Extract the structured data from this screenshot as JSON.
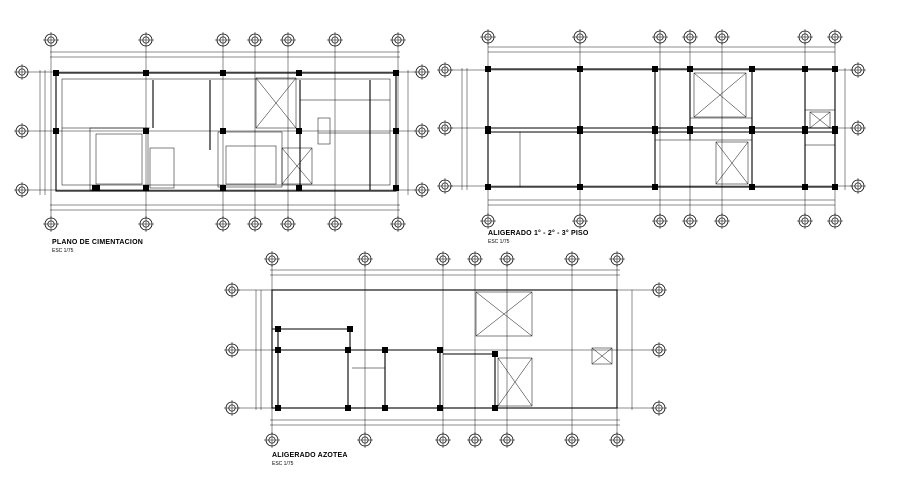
{
  "plans": [
    {
      "id": "cimentacion",
      "title": "PLANO DE CIMENTACION",
      "scale": "ESC 1/75"
    },
    {
      "id": "aligerado-piso",
      "title": "ALIGERADO 1° - 2° - 3° PISO",
      "scale": "ESC 1/75"
    },
    {
      "id": "aligerado-azotea",
      "title": "ALIGERADO AZOTEA",
      "scale": "ESC 1/75"
    }
  ],
  "colors": {
    "line": "#000000",
    "background": "#ffffff"
  },
  "icons": [
    "grid-axis-marker-icon",
    "stair-void-cross-icon",
    "column-icon"
  ]
}
